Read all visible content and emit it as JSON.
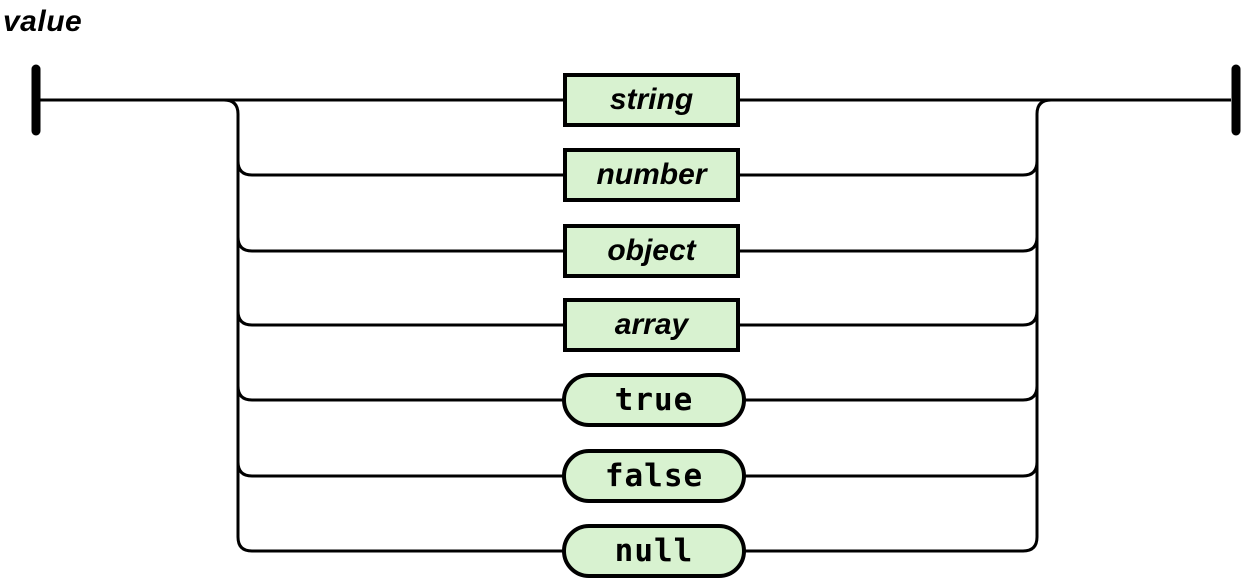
{
  "diagram": {
    "title": "value",
    "type": "railroad-syntax-diagram",
    "colors": {
      "box_fill": "#d8f2d0",
      "line": "#000000",
      "background": "#ffffff"
    },
    "branches": [
      {
        "label": "string",
        "kind": "nonterminal"
      },
      {
        "label": "number",
        "kind": "nonterminal"
      },
      {
        "label": "object",
        "kind": "nonterminal"
      },
      {
        "label": "array",
        "kind": "nonterminal"
      },
      {
        "label": "true",
        "kind": "terminal"
      },
      {
        "label": "false",
        "kind": "terminal"
      },
      {
        "label": "null",
        "kind": "terminal"
      }
    ]
  }
}
